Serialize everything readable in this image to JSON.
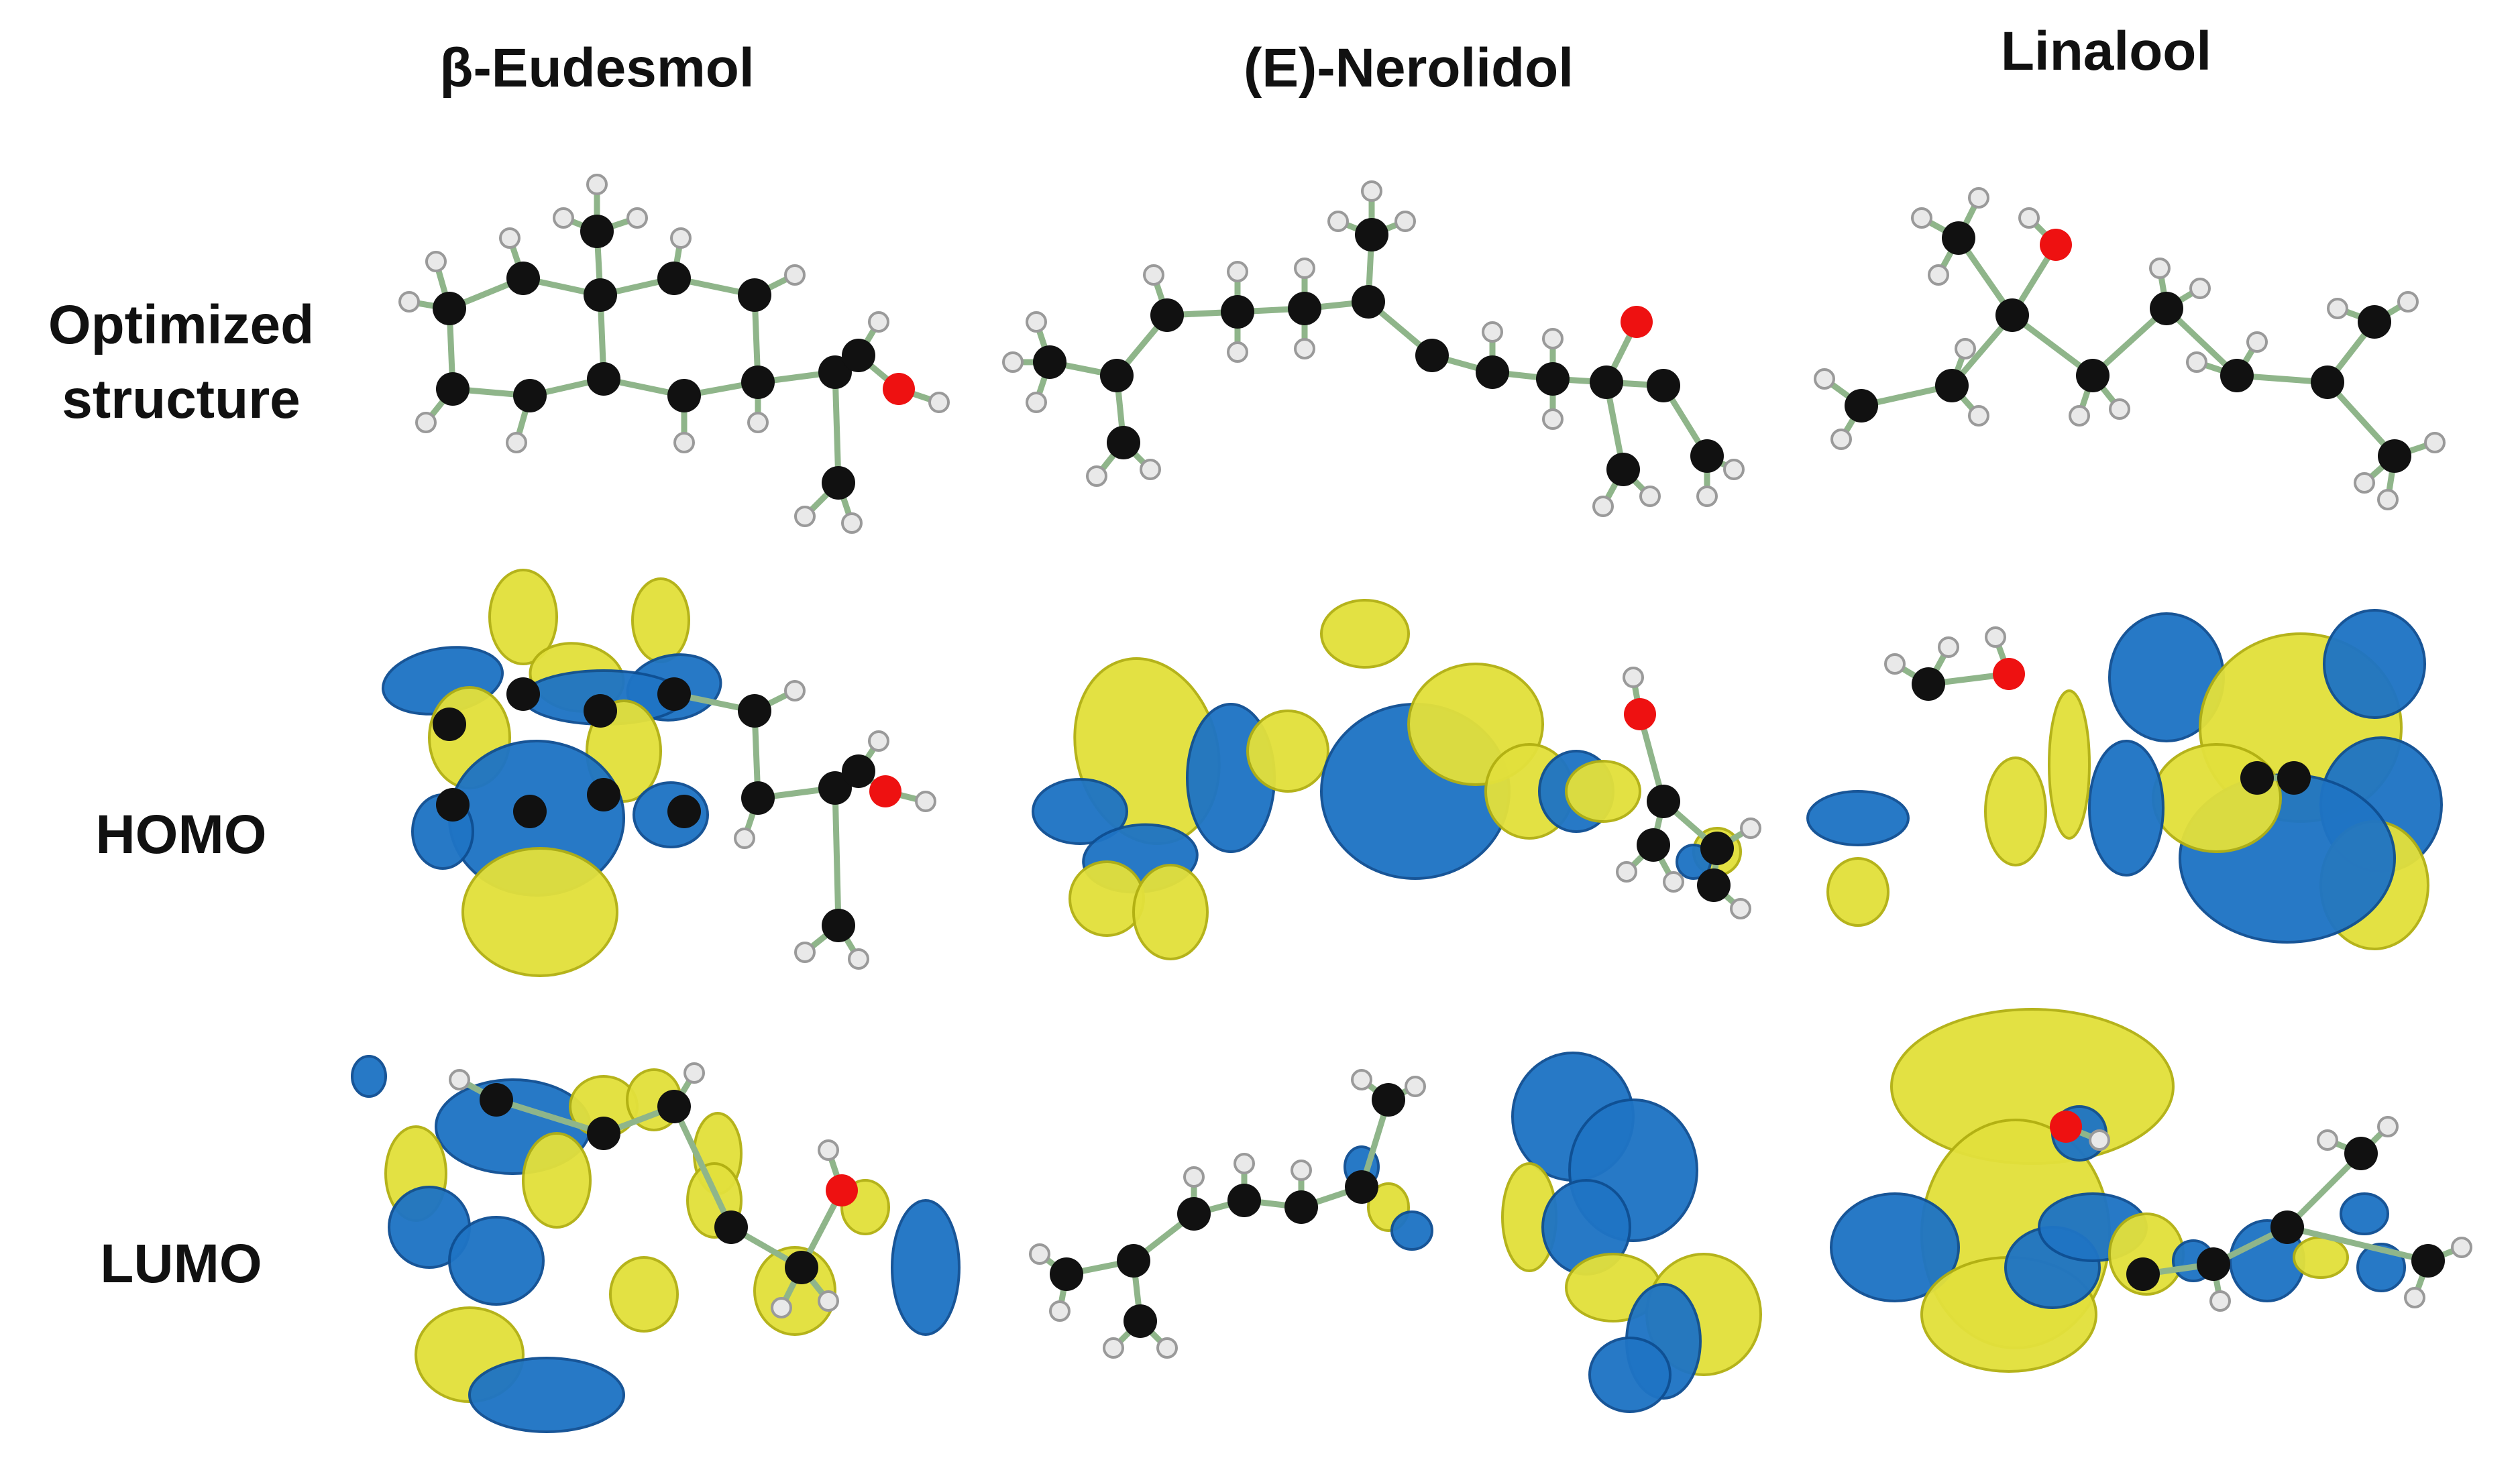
{
  "columns": [
    {
      "title": "β-Eudesmol"
    },
    {
      "title": "(E)-Nerolidol"
    },
    {
      "title": "Linalool"
    }
  ],
  "rows": [
    {
      "label_lines": [
        "Optimized",
        "structure"
      ]
    },
    {
      "label_lines": [
        "HOMO"
      ]
    },
    {
      "label_lines": [
        "LUMO"
      ]
    }
  ],
  "colors": {
    "carbon": "#111111",
    "hydrogen": "#e9e9e9",
    "oxygen": "#ee1111",
    "bond": "#8fb58a",
    "orbital_positive": "#1f74c4",
    "orbital_negative": "#e2e03c"
  }
}
